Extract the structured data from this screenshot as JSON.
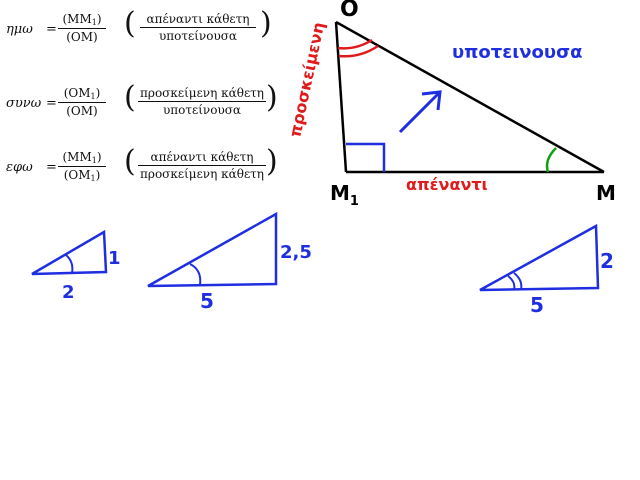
{
  "formulas": [
    {
      "name": "ημω",
      "eq": "=",
      "num": "(MM",
      "num_sub": "1",
      "num_end": ")",
      "den": "(OM)",
      "den_sub": "",
      "den_end": "",
      "words_num": "απέναντι κάθετη",
      "words_den": "υποτείνουσα"
    },
    {
      "name": "συνω",
      "eq": "=",
      "num": "(OM",
      "num_sub": "1",
      "num_end": ")",
      "den": "(OM)",
      "den_sub": "",
      "den_end": "",
      "words_num": "προσκείμενη κάθετη",
      "words_den": "υποτείνουσα"
    },
    {
      "name": "εφω",
      "eq": "=",
      "num": "(MM",
      "num_sub": "1",
      "num_end": ")",
      "den": "(OM",
      "den_sub": "1",
      "den_end": ")",
      "words_num": "απέναντι κάθετη",
      "words_den": "προσκείμενη κάθετη"
    }
  ],
  "main_triangle": {
    "vertex_top": "O",
    "vertex_left": "M",
    "vertex_left_sub": "1",
    "vertex_right": "M",
    "label_hypotenuse": "υποτεινουσα",
    "label_adjacent": "προσκείμενη",
    "label_opposite": "απέναντι",
    "colors": {
      "lines": "#000000",
      "blue": "#1f2ee0",
      "red": "#e01b1b",
      "green": "#12a012"
    }
  },
  "small_triangles": [
    {
      "base": "2",
      "height": "1"
    },
    {
      "base": "5",
      "height": "2,5"
    },
    {
      "base": "5",
      "height": "2"
    }
  ]
}
